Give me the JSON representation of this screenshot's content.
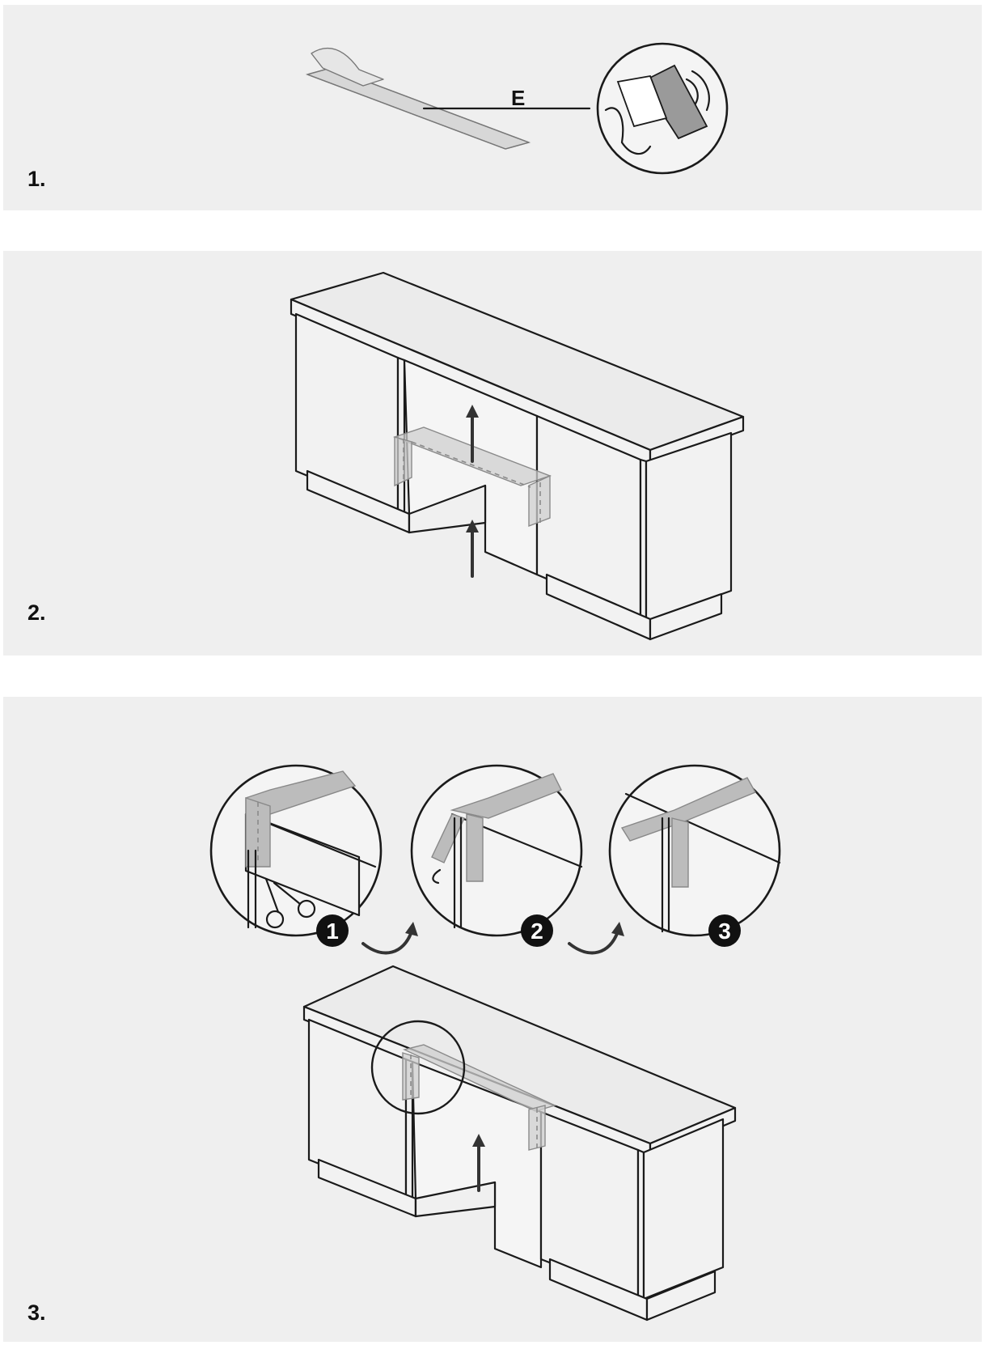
{
  "steps": [
    {
      "label": "1."
    },
    {
      "label": "2."
    },
    {
      "label": "3."
    }
  ],
  "callout_letter": "E",
  "sub_steps": [
    "1",
    "2",
    "3"
  ]
}
